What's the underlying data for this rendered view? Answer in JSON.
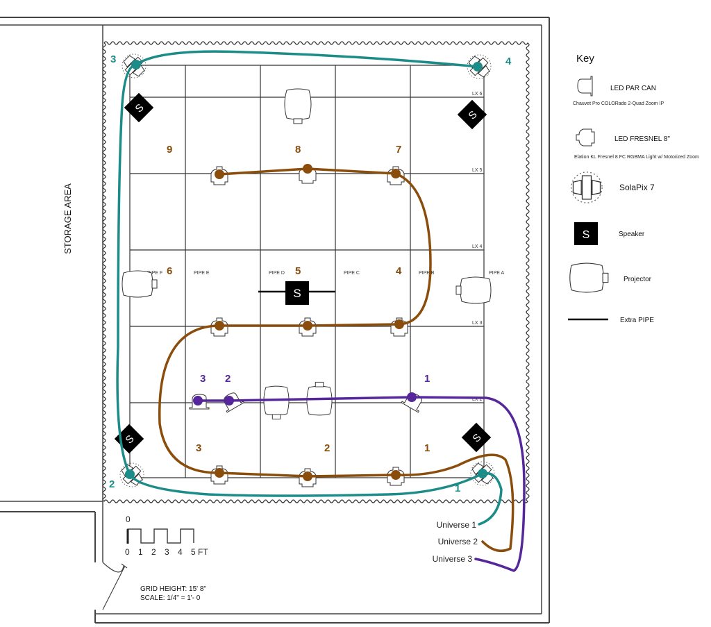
{
  "room": {
    "storage_label": "STORAGE AREA",
    "grid_height": "GRID HEIGHT: 15' 8\"",
    "scale": "SCALE: 1/4\" = 1'- 0"
  },
  "scale_bar": {
    "top_label": "0",
    "ticks": [
      "0",
      "1",
      "2",
      "3",
      "4",
      "5 FT"
    ]
  },
  "pipes": [
    "PIPE F",
    "PIPE E",
    "PIPE D",
    "PIPE C",
    "PIPE B",
    "PIPE A"
  ],
  "electrics": [
    "LX 6",
    "LX 5",
    "LX 4",
    "LX 3",
    "LX 2"
  ],
  "speaker_letter": "S",
  "universes": [
    {
      "label": "Universe 1",
      "color": "#1b8c88",
      "numbers": [
        "3",
        "4",
        "2",
        "1"
      ]
    },
    {
      "label": "Universe 2",
      "color": "#8a4d0c",
      "numbers": [
        "9",
        "8",
        "7",
        "6",
        "5",
        "4",
        "3",
        "2",
        "1"
      ]
    },
    {
      "label": "Universe 3",
      "color": "#55279a",
      "numbers": [
        "3",
        "2",
        "1"
      ]
    }
  ],
  "key": {
    "title": "Key",
    "items": [
      {
        "label": "LED PAR CAN",
        "sub": "Chauvet Pro COLORado 2-Quad Zoom IP"
      },
      {
        "label": "LED FRESNEL 8\"",
        "sub": "Elation KL Fresnel 8 FC RGBMA Light w/ Motorized Zoom"
      },
      {
        "label": "SolaPix 7"
      },
      {
        "label": "Speaker"
      },
      {
        "label": "Projector"
      },
      {
        "label": "Extra PIPE"
      }
    ]
  }
}
